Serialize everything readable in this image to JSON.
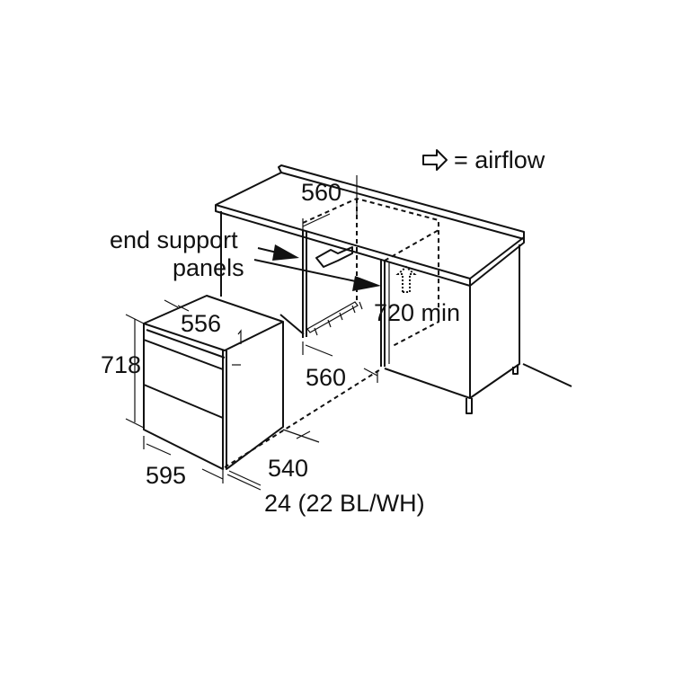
{
  "legend": {
    "icon": "outline-arrow-right-icon",
    "label": "= airflow"
  },
  "labels": {
    "end_support": "end support",
    "panels": "panels",
    "niche_width_top": "560",
    "niche_depth_bottom": "560",
    "niche_height": "720 min",
    "oven_top_depth": "556",
    "oven_height": "718",
    "oven_width": "595",
    "oven_depth": "540",
    "front_thickness": "24 (22 BL/WH)"
  }
}
